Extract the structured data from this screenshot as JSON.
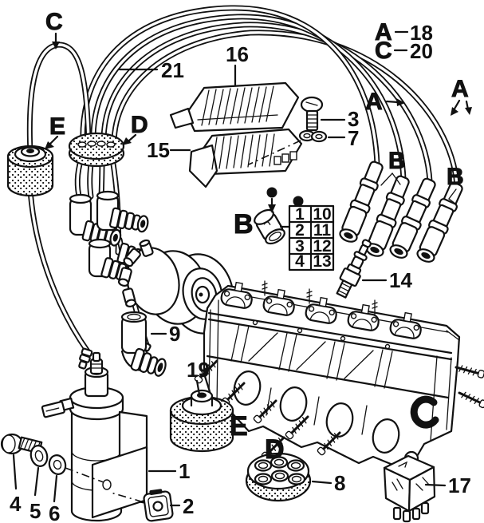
{
  "figure": {
    "type": "exploded-parts-diagram",
    "subject": "engine ignition system: spark plug wires, distributor, ignition coil, cylinder head",
    "colors": {
      "ink": "#111111",
      "paper": "#ffffff"
    },
    "callouts": {
      "c_top": "C",
      "a18_letter": "A",
      "a18_number": "18",
      "c20_letter": "C",
      "c20_number": "20",
      "n21": "21",
      "n16": "16",
      "n15": "15",
      "n3": "3",
      "n7": "7",
      "a_mid": "A",
      "a_right": "A",
      "b_boot_left": "B",
      "b_boot_right": "B",
      "b_connector": "B",
      "e_left": "E",
      "d_left": "D",
      "n14": "14",
      "n9": "9",
      "n19": "19",
      "e_bottom": "E",
      "d_bottom": "D",
      "n1": "1",
      "n2": "2",
      "n4": "4",
      "n5": "5",
      "n6": "6",
      "n8": "8",
      "n17": "17"
    },
    "cylinder_table": {
      "rows": [
        [
          "1",
          "10"
        ],
        [
          "2",
          "11"
        ],
        [
          "3",
          "12"
        ],
        [
          "4",
          "13"
        ]
      ]
    }
  }
}
